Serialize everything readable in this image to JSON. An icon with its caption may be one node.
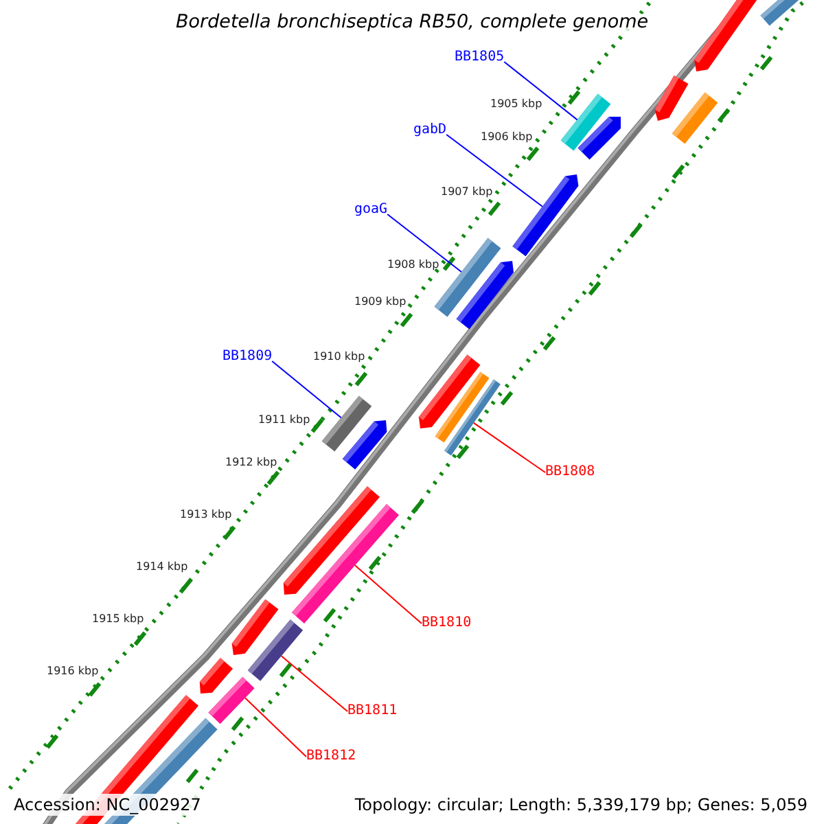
{
  "diagram": {
    "title": "Bordetella bronchiseptica RB50, complete genome",
    "nodes": [
      {
        "text": [
          "BB1805"
        ]
      },
      {
        "text": [],
        "shape": "bar"
      },
      {
        "text": [
          "gabD"
        ]
      },
      {
        "text": [],
        "shape": "bar"
      },
      {
        "text": [
          "goaG"
        ]
      },
      {
        "text": [],
        "shape": "bar"
      },
      {
        "text": [
          "BB1809"
        ]
      },
      {
        "text": [],
        "shape": "bar"
      },
      {
        "text": [
          "BB1808"
        ]
      },
      {
        "text": [],
        "shape": "bar"
      },
      {
        "text": [
          "BB1810"
        ]
      },
      {
        "text": [],
        "shape": "bar"
      },
      {
        "text": [
          "BB1811"
        ]
      },
      {
        "text": [],
        "shape": "bar"
      },
      {
        "text": [
          "BB1812"
        ]
      },
      {
        "text": [],
        "shape": "bar"
      }
    ],
    "edges": [
      {
        "from": 0,
        "to": 1,
        "arrow": "none",
        "color": "#0000ff"
      },
      {
        "from": 2,
        "to": 3,
        "arrow": "none",
        "color": "#0000ff"
      },
      {
        "from": 4,
        "to": 5,
        "arrow": "none",
        "color": "#0000ff"
      },
      {
        "from": 6,
        "to": 7,
        "arrow": "none",
        "color": "#0000ff"
      },
      {
        "from": 8,
        "to": 9,
        "arrow": "none",
        "color": "#ff0000"
      },
      {
        "from": 10,
        "to": 11,
        "arrow": "none",
        "color": "#ff0000"
      },
      {
        "from": 12,
        "to": 13,
        "arrow": "none",
        "color": "#ff0000"
      },
      {
        "from": 14,
        "to": 15,
        "arrow": "none",
        "color": "#ff0000"
      }
    ],
    "labels": [
      "1905 kbp",
      "1906 kbp",
      "1907 kbp",
      "1908 kbp",
      "1909 kbp",
      "1910 kbp",
      "1911 kbp",
      "1912 kbp",
      "1913 kbp",
      "1914 kbp",
      "1915 kbp",
      "1916 kbp",
      "Accession: NC_002927",
      "Topology: circular; Length: 5,339,179 bp; Genes: 5,059"
    ]
  }
}
